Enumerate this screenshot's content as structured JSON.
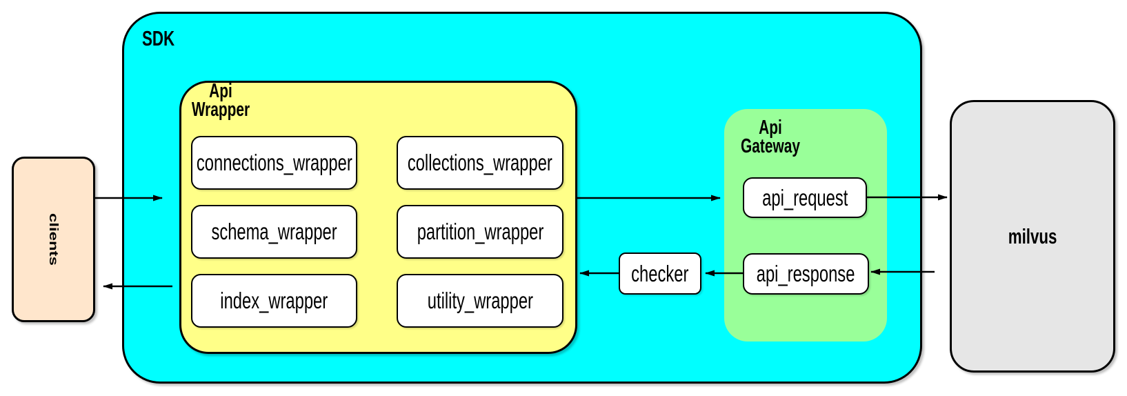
{
  "diagram": {
    "clients": {
      "label": "clients"
    },
    "sdk": {
      "label": "SDK",
      "api_wrapper": {
        "label": "Api\nWrapper",
        "nodes": {
          "connections": "connections_wrapper",
          "collections": "collections_wrapper",
          "schema": "schema_wrapper",
          "partition": "partition_wrapper",
          "index": "index_wrapper",
          "utility": "utility_wrapper"
        }
      },
      "checker": {
        "label": "checker"
      },
      "api_gateway": {
        "label": "Api\nGateway",
        "nodes": {
          "request": "api_request",
          "response": "api_response"
        }
      }
    },
    "milvus": {
      "label": "milvus"
    },
    "edges": [
      {
        "from": "clients",
        "to": "sdk"
      },
      {
        "from": "sdk",
        "to": "clients"
      },
      {
        "from": "api_wrapper",
        "to": "api_gateway"
      },
      {
        "from": "api_request",
        "to": "milvus"
      },
      {
        "from": "milvus",
        "to": "api_response"
      },
      {
        "from": "api_response",
        "to": "checker"
      },
      {
        "from": "checker",
        "to": "api_wrapper"
      }
    ],
    "colors": {
      "sdk_fill": "#00FFFF",
      "api_wrapper_fill": "#FFFF88",
      "api_gateway_fill": "#99FF99",
      "clients_fill": "#FFE6CC",
      "milvus_fill": "#E6E6E6",
      "node_fill": "#FFFFFF",
      "line": "#000000"
    }
  }
}
